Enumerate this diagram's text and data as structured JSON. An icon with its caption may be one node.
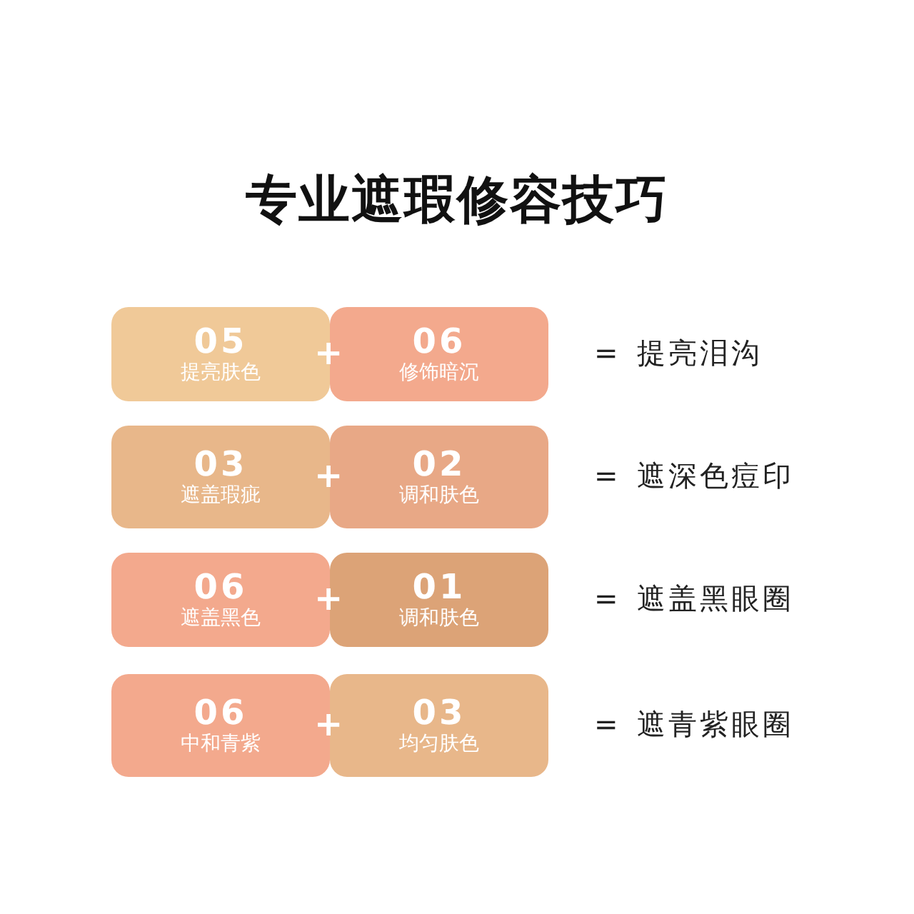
{
  "diagram": {
    "title": "专业遮瑕修容技巧",
    "nodes": [
      {
        "text": [
          "05",
          "提亮肤色"
        ]
      },
      {
        "text": [
          "06",
          "修饰暗沉"
        ]
      },
      {
        "text": [
          "03",
          "遮盖瑕疵"
        ]
      },
      {
        "text": [
          "02",
          "调和肤色"
        ]
      },
      {
        "text": [
          "06",
          "遮盖黑色"
        ]
      },
      {
        "text": [
          "01",
          "调和肤色"
        ]
      },
      {
        "text": [
          "06",
          "中和青紫"
        ]
      },
      {
        "text": [
          "03",
          "均匀肤色"
        ]
      }
    ],
    "labels": [
      "+",
      "=",
      "提亮泪沟",
      "+",
      "=",
      "遮深色痘印",
      "+",
      "=",
      "遮盖黑眼圈",
      "+",
      "=",
      "遮青紫眼圈"
    ]
  }
}
